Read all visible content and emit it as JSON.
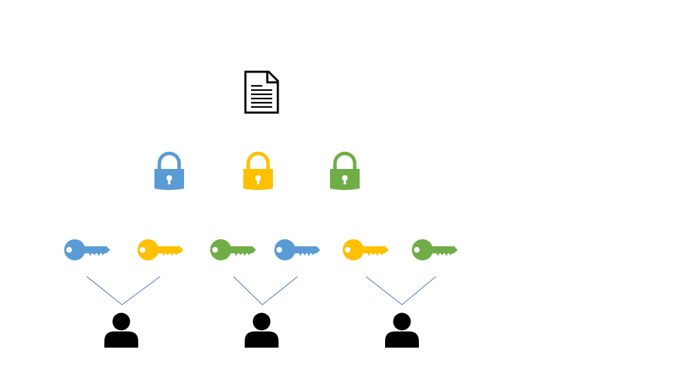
{
  "colors": {
    "background": "#ffffff",
    "blue": "#5b9bd5",
    "yellow": "#ffc000",
    "green": "#70ad47",
    "icon_black": "#000000",
    "connector": "#4472c4"
  },
  "document": {
    "icon": "document-icon"
  },
  "locks": [
    {
      "icon": "padlock-icon",
      "color": "blue"
    },
    {
      "icon": "padlock-icon",
      "color": "yellow"
    },
    {
      "icon": "padlock-icon",
      "color": "green"
    }
  ],
  "users": [
    {
      "icon": "person-icon",
      "keys": [
        "blue",
        "yellow"
      ]
    },
    {
      "icon": "person-icon",
      "keys": [
        "green",
        "blue"
      ]
    },
    {
      "icon": "person-icon",
      "keys": [
        "yellow",
        "green"
      ]
    }
  ]
}
